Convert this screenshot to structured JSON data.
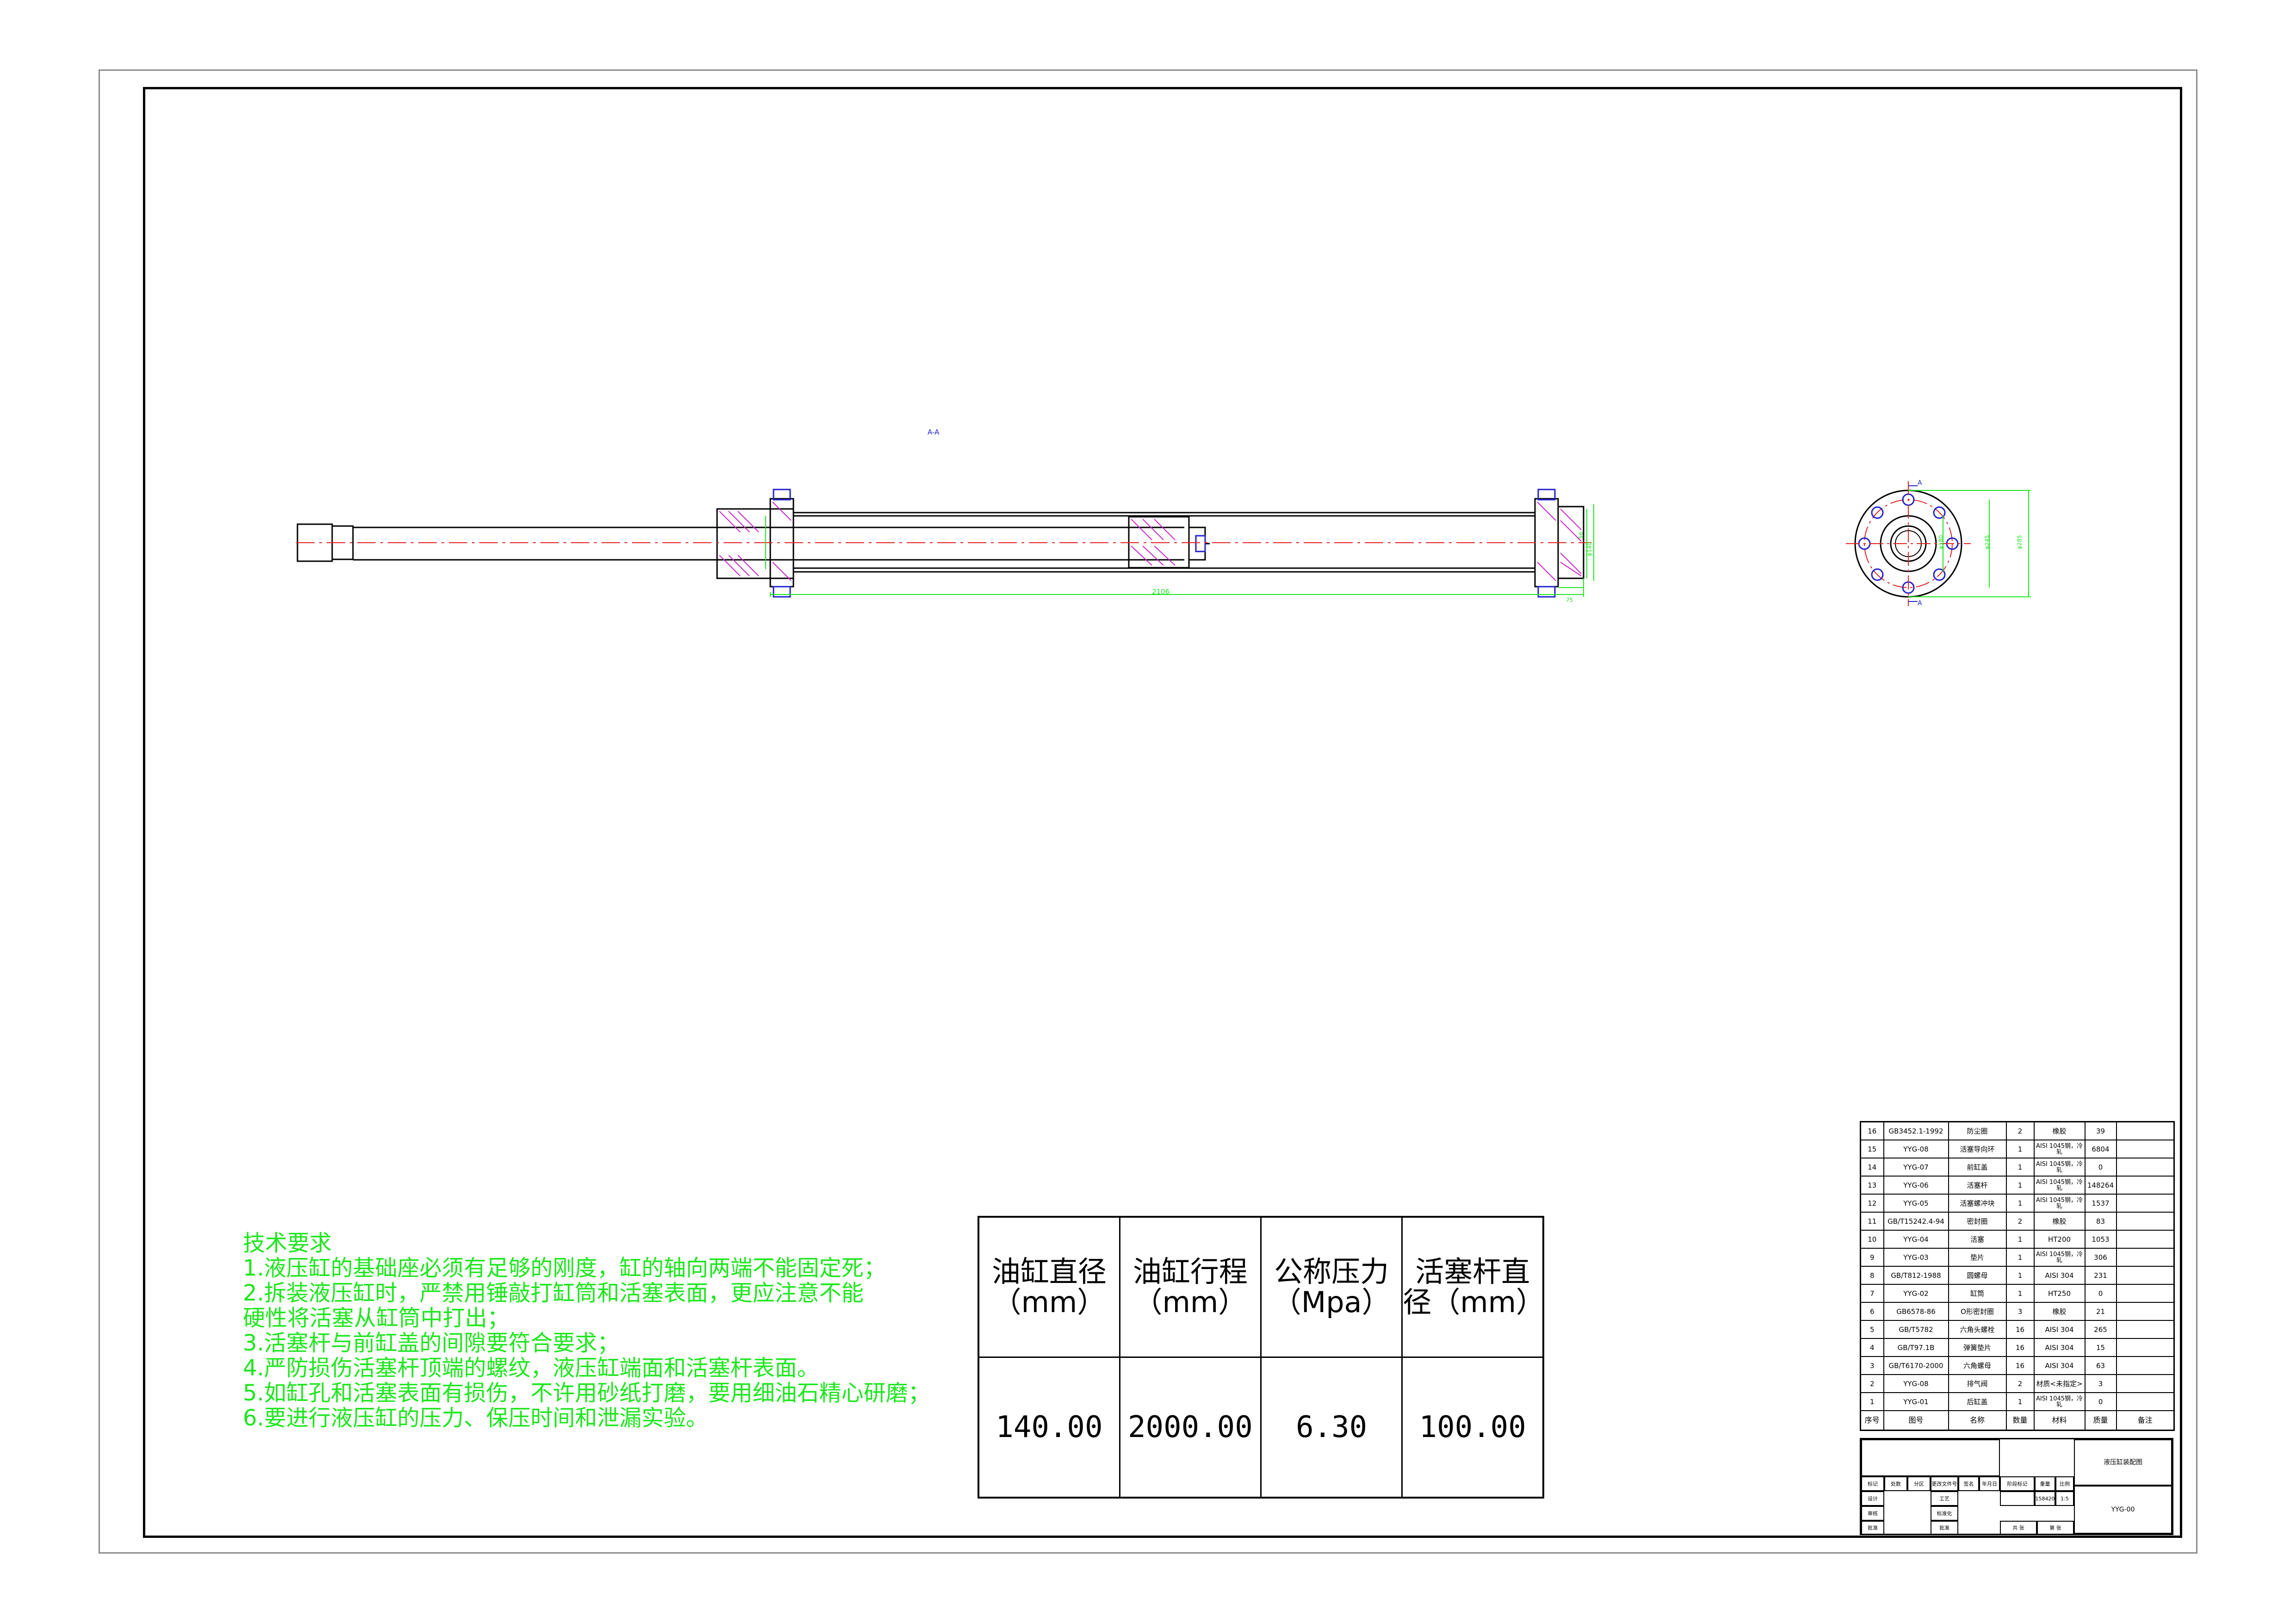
{
  "view_label": "A-A",
  "dims": {
    "length": "2106",
    "d1": "φ180",
    "d2": "φ140",
    "d3": "φ245",
    "d4": "φ285",
    "d5": "φ210",
    "small1": "75",
    "small2": "56",
    "section_a": "A"
  },
  "tech_requirements": {
    "title": "技术要求",
    "items": [
      "1.液压缸的基础座必须有足够的刚度，缸的轴向两端不能固定死；",
      "2.拆装液压缸时，严禁用锤敲打缸筒和活塞表面，更应注意不能",
      "硬性将活塞从缸筒中打出；",
      "3.活塞杆与前缸盖的间隙要符合要求；",
      "4.严防损伤活塞杆顶端的螺纹，液压缸端面和活塞杆表面。",
      "5.如缸孔和活塞表面有损伤，不许用砂纸打磨，要用细油石精心研磨；",
      "6.要进行液压缸的压力、保压时间和泄漏实验。"
    ]
  },
  "spec_table": {
    "headers": [
      {
        "line1": "油缸直径",
        "line2": "（mm）"
      },
      {
        "line1": "油缸行程",
        "line2": "（mm）"
      },
      {
        "line1": "公称压力",
        "line2": "（Mpa）"
      },
      {
        "line1": "活塞杆直",
        "line2": "径（mm）"
      }
    ],
    "values": [
      "140.00",
      "2000.00",
      "6.30",
      "100.00"
    ]
  },
  "bom": {
    "rows": [
      [
        "16",
        "GB3452.1-1992",
        "防尘圈",
        "2",
        "橡胶",
        "39",
        ""
      ],
      [
        "15",
        "YYG-08",
        "活塞导向环",
        "1",
        "AISI 1045钢，冷轧",
        "6804",
        ""
      ],
      [
        "14",
        "YYG-07",
        "前缸盖",
        "1",
        "AISI 1045钢，冷轧",
        "0",
        ""
      ],
      [
        "13",
        "YYG-06",
        "活塞杆",
        "1",
        "AISI 1045钢，冷轧",
        "148264",
        ""
      ],
      [
        "12",
        "YYG-05",
        "活塞螺冲块",
        "1",
        "AISI 1045钢，冷轧",
        "1537",
        ""
      ],
      [
        "11",
        "GB/T15242.4-94",
        "密封圈",
        "2",
        "橡胶",
        "83",
        ""
      ],
      [
        "10",
        "YYG-04",
        "活塞",
        "1",
        "HT200",
        "1053",
        ""
      ],
      [
        "9",
        "YYG-03",
        "垫片",
        "1",
        "AISI 1045钢，冷轧",
        "306",
        ""
      ],
      [
        "8",
        "GB/T812-1988",
        "圆螺母",
        "1",
        "AISI 304",
        "231",
        ""
      ],
      [
        "7",
        "YYG-02",
        "缸筒",
        "1",
        "HT250",
        "0",
        ""
      ],
      [
        "6",
        "GB6578-86",
        "O形密封圈",
        "3",
        "橡胶",
        "21",
        ""
      ],
      [
        "5",
        "GB/T5782",
        "六角头螺栓",
        "16",
        "AISI 304",
        "265",
        ""
      ],
      [
        "4",
        "GB/T97.1B",
        "弹簧垫片",
        "16",
        "AISI 304",
        "15",
        ""
      ],
      [
        "3",
        "GB/T6170-2000",
        "六角螺母",
        "16",
        "AISI 304",
        "63",
        ""
      ],
      [
        "2",
        "YYG-08",
        "排气阀",
        "2",
        "材质<未指定>",
        "3",
        ""
      ],
      [
        "1",
        "YYG-01",
        "后缸盖",
        "1",
        "AISI 1045钢，冷轧",
        "0",
        ""
      ]
    ],
    "header": [
      "序号",
      "图号",
      "名称",
      "数量",
      "材料",
      "质量",
      "备注"
    ]
  },
  "title_block": {
    "cells": {
      "mark": "标记",
      "count": "处数",
      "zone": "分区",
      "change_no": "更改文件号",
      "sign": "签名",
      "date": "年月日",
      "stage": "阶段标记",
      "weight": "重量",
      "scale": "比例",
      "design": "设计",
      "check": "审核",
      "process": "工艺",
      "standard": "标准化",
      "approve": "批准",
      "sheet_total": "共 张",
      "sheet_no": "第 张",
      "scale_value": "1:5",
      "weight_value": "158420",
      "title": "液压缸装配图",
      "drawing_no": "YYG-00"
    }
  },
  "colors": {
    "outline": "#000000",
    "dimension": "#1ee61e",
    "centerline": "#e02020",
    "fastener": "#2222cc",
    "hatch": "#cc22cc"
  }
}
